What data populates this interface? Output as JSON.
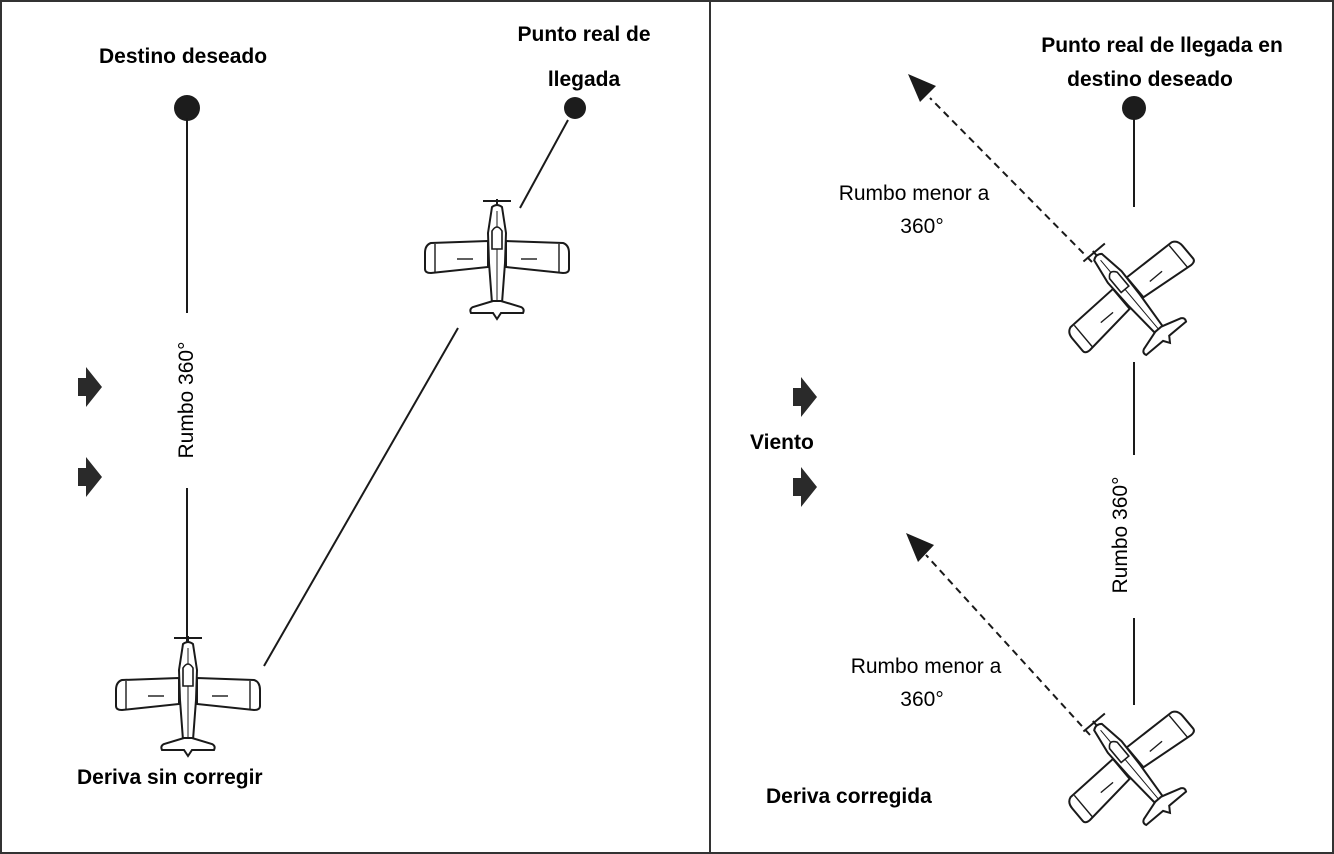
{
  "left_panel": {
    "desired_destination_label": "Destino deseado",
    "actual_arrival_label_line1": "Punto real de",
    "actual_arrival_label_line2": "llegada",
    "heading_label": "Rumbo 360°",
    "caption": "Deriva sin corregir"
  },
  "right_panel": {
    "arrival_label_line1": "Punto real de llegada en",
    "arrival_label_line2": "destino deseado",
    "upper_heading_line1": "Rumbo menor a",
    "upper_heading_line2": "360°",
    "lower_heading_line1": "Rumbo menor a",
    "lower_heading_line2": "360°",
    "wind_label": "Viento",
    "heading_label": "Rumbo 360°",
    "caption": "Deriva corregida"
  },
  "colors": {
    "stroke": "#1a1a1a",
    "dot": "#1c1c1c",
    "arrow": "#2a2a2a",
    "border": "#333333"
  }
}
